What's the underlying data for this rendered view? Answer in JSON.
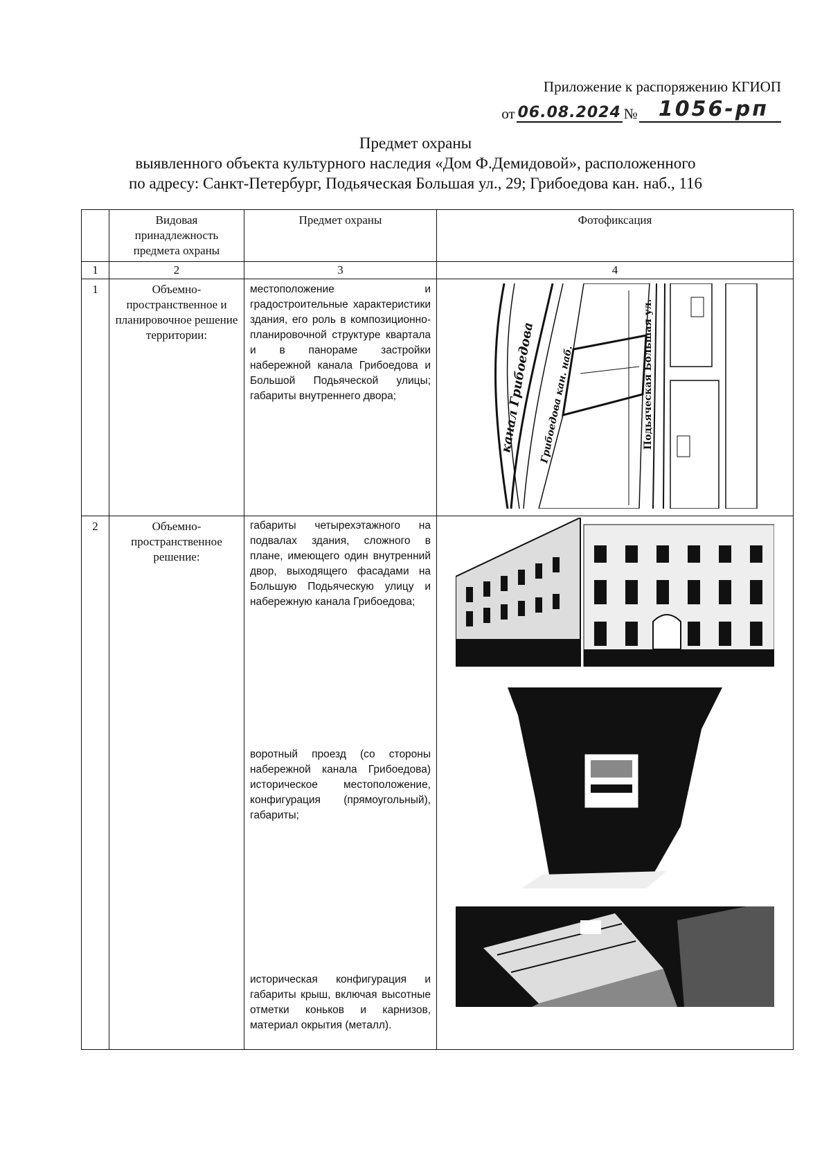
{
  "header": {
    "line1": "Приложение к распоряжению КГИОП",
    "from_label": "от",
    "date": "06.08.2024",
    "num_label": "№",
    "number": "1056-рп"
  },
  "title": {
    "line1": "Предмет охраны",
    "line2": "выявленного объекта культурного наследия «Дом Ф.Демидовой», расположенного",
    "line3": "по адресу: Санкт-Петербург, Подьяческая Большая ул., 29; Грибоедова кан. наб., 116"
  },
  "table": {
    "headers": [
      "",
      "Видовая принадлежность предмета охраны",
      "Предмет охраны",
      "Фотофиксация"
    ],
    "col_numbers": [
      "1",
      "2",
      "3",
      "4"
    ],
    "rows": [
      {
        "num": "1",
        "type": "Объемно-пространственное и планировочное решение территории:",
        "items": [
          {
            "text": "местоположение и градостроительные характеристики здания, его роль в композиционно-планировочной структуре квартала и в панораме застройки набережной канала Грибоедова и Большой Подьяческой улицы; габариты внутреннего двора;"
          }
        ],
        "map_labels": [
          "канал Грибоедова",
          "Грибоедова кан. наб.",
          "Подьяческая Большая ул."
        ]
      },
      {
        "num": "2",
        "type": "Объемно-пространственное решение:",
        "items": [
          {
            "text": "габариты четырехэтажного на подвалах здания, сложного в плане, имеющего один внутренний двор, выходящего фасадами на Большую Подьяческую улицу и набережную канала Грибоедова;"
          },
          {
            "text": "воротный проезд (со стороны набережной канала Грибоедова) историческое местоположение, конфигурация (прямоугольный), габариты;"
          },
          {
            "text": "историческая конфигурация и габариты крыш, включая высотные отметки коньков и карнизов, материал окрытия (металл)."
          }
        ]
      }
    ]
  }
}
